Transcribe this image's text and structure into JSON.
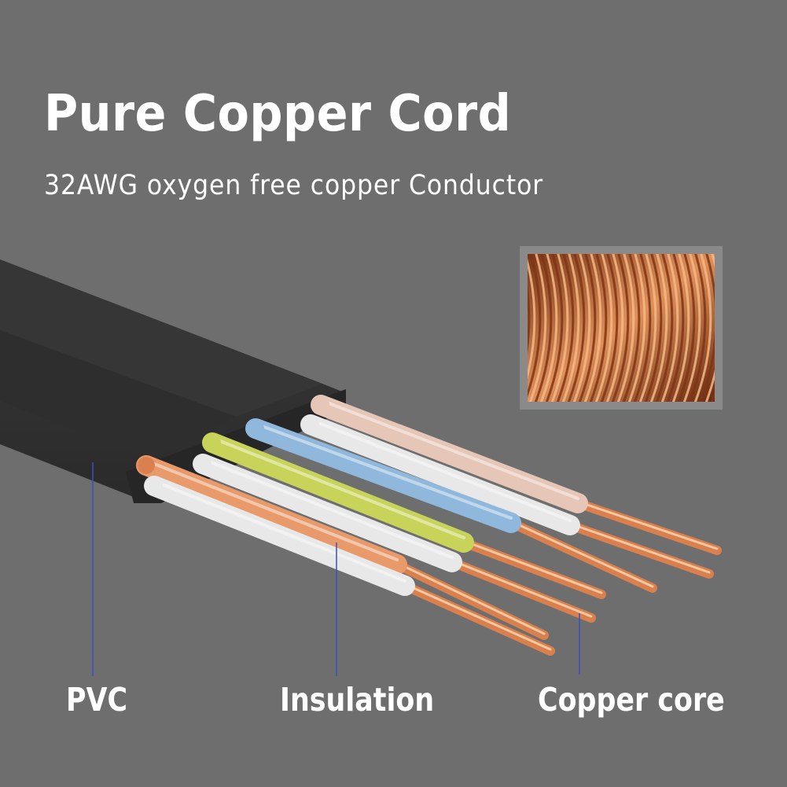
{
  "title": "Pure Copper Cord",
  "subtitle": "32AWG oxygen free copper Conductor",
  "labels": {
    "pvc": "PVC",
    "insulation": "Insulation",
    "copper_core": "Copper core"
  },
  "colors": {
    "background": "#6e6e6e",
    "jacket": "#2f2f2f",
    "copper": "#d9804e",
    "insulation_white": "#e8e8e8",
    "insulation_yellow": "#c8d35a",
    "insulation_blue": "#8fb8dc",
    "insulation_pink": "#e6c6b6",
    "insulation_orange": "#e89a6a",
    "callout_line": "#3b4fc4"
  },
  "image_content": {
    "inset_photo": "copper-wire-coil",
    "main_photo": "flat-cable-cross-section"
  }
}
